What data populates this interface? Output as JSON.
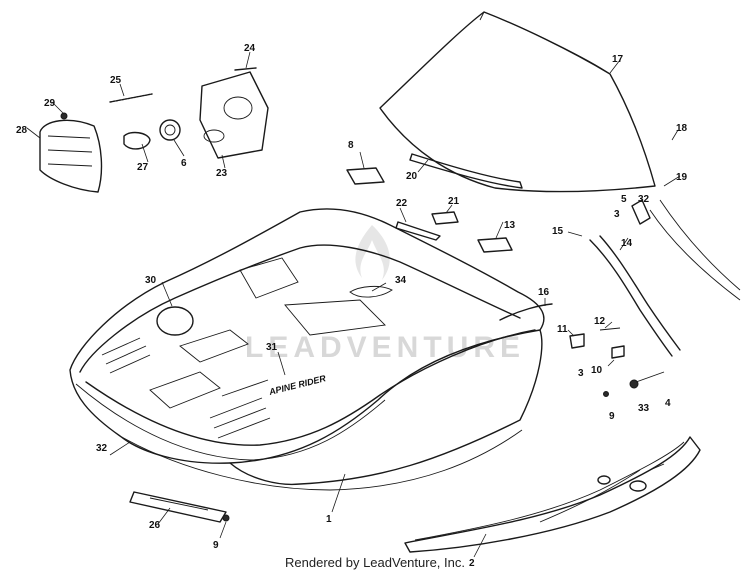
{
  "footer": "Rendered by LeadVenture, Inc.",
  "watermark": "LEADVENTURE",
  "decal_text": "APINE RIDER",
  "callouts": {
    "c1": "1",
    "c2": "2",
    "c3a": "3",
    "c3b": "3",
    "c4": "4",
    "c5": "5",
    "c6": "6",
    "c8": "8",
    "c9a": "9",
    "c9b": "9",
    "c10": "10",
    "c11": "11",
    "c12": "12",
    "c13": "13",
    "c14": "14",
    "c15": "15",
    "c16": "16",
    "c17": "17",
    "c18": "18",
    "c19": "19",
    "c20": "20",
    "c21": "21",
    "c22": "22",
    "c23": "23",
    "c24": "24",
    "c25": "25",
    "c26": "26",
    "c27": "27",
    "c28": "28",
    "c29": "29",
    "c30": "30",
    "c31": "31",
    "c32a": "32",
    "c32b": "32",
    "c33": "33",
    "c34": "34"
  }
}
